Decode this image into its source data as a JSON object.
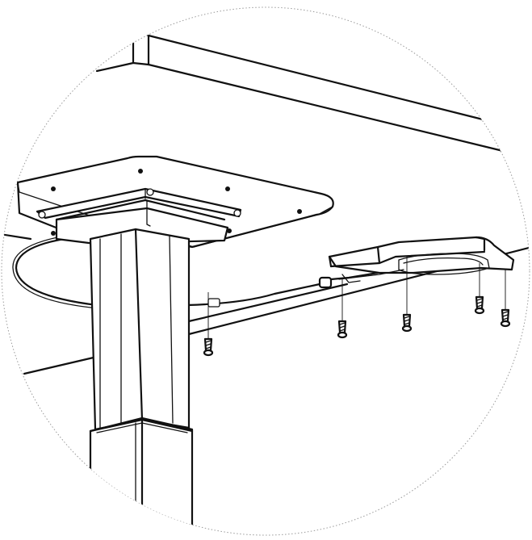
{
  "figure": {
    "subject": "under-desk-assembly",
    "detail_view": "circular",
    "colors": {
      "line": "#111111",
      "background": "#ffffff",
      "outline": "#9a9a9a"
    },
    "parts": {
      "leg_mount_plate_holes": 6,
      "leg_mount_plate_screws_shown": 1,
      "control_box_screws": 4
    }
  }
}
